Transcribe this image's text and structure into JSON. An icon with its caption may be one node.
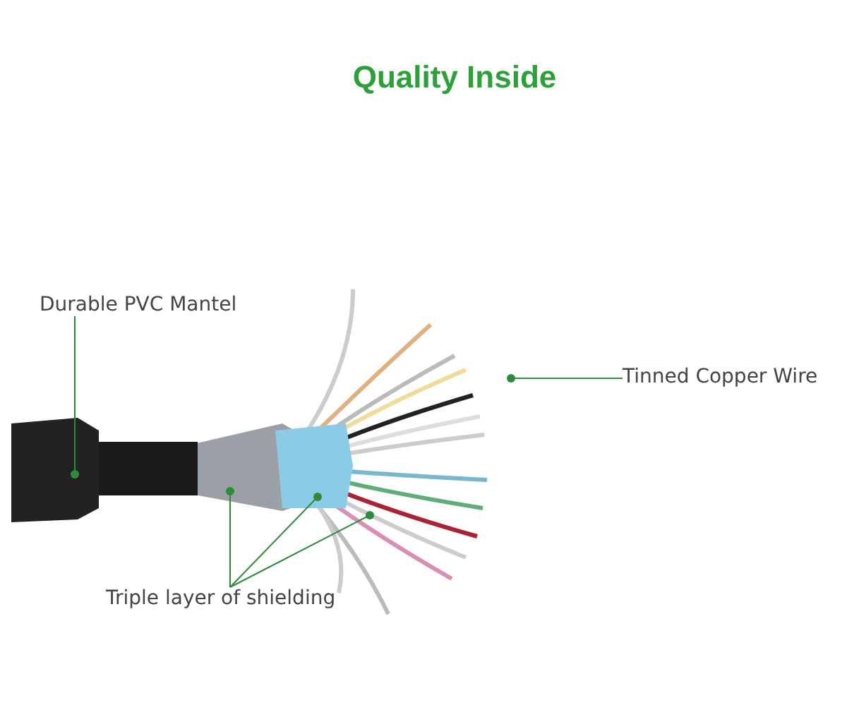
{
  "diagram": {
    "title": "Quality Inside",
    "nodes": [
      {
        "text": [
          "Durable PVC Mantel"
        ]
      },
      {
        "text": [
          "Tinned Copper Wire"
        ]
      },
      {
        "text": [
          "Triple layer of shielding"
        ]
      }
    ],
    "edges": [
      {
        "from": 0,
        "to": null,
        "arrow": "other"
      },
      {
        "from": 1,
        "to": null,
        "arrow": "other"
      },
      {
        "from": 2,
        "to": null,
        "arrow": "other"
      },
      {
        "from": 2,
        "to": null,
        "arrow": "other"
      },
      {
        "from": 2,
        "to": null,
        "arrow": "other"
      }
    ]
  }
}
